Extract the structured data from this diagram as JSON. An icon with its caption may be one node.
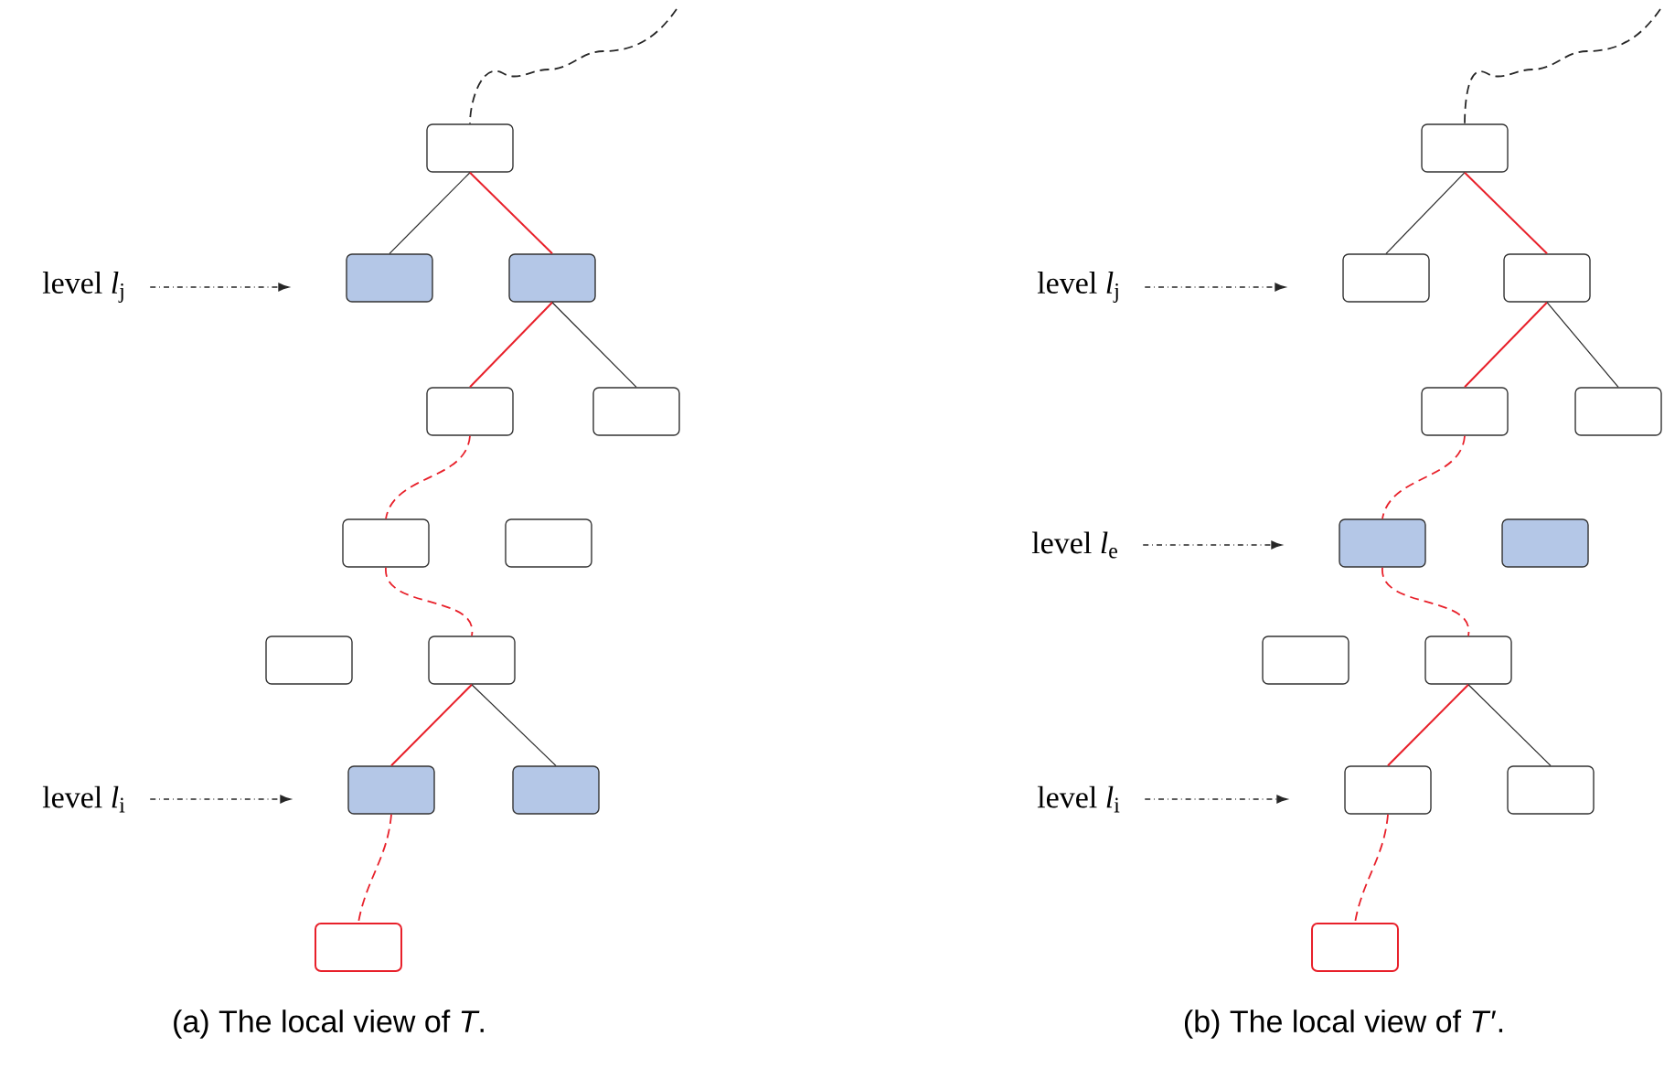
{
  "diagram": {
    "nodes": [
      {
        "text": [],
        "shape": "box"
      },
      {
        "text": [],
        "shape": "box"
      },
      {
        "text": [],
        "shape": "box"
      },
      {
        "text": [],
        "shape": "box"
      },
      {
        "text": [],
        "shape": "box"
      },
      {
        "text": [],
        "shape": "box"
      },
      {
        "text": [],
        "shape": "box"
      },
      {
        "text": [],
        "shape": "box"
      },
      {
        "text": [],
        "shape": "box"
      },
      {
        "text": [],
        "shape": "box"
      },
      {
        "text": [],
        "shape": "box"
      },
      {
        "text": [],
        "shape": "box"
      },
      {
        "text": [
          "level *l*$_{j}$"
        ]
      },
      {
        "text": [
          "level *l*$_{i}$"
        ]
      },
      {
        "text": [],
        "shape": "box"
      },
      {
        "text": [],
        "shape": "box"
      },
      {
        "text": [],
        "shape": "box"
      },
      {
        "text": [],
        "shape": "box"
      },
      {
        "text": [],
        "shape": "box"
      },
      {
        "text": [],
        "shape": "box"
      },
      {
        "text": [],
        "shape": "box"
      },
      {
        "text": [],
        "shape": "box"
      },
      {
        "text": [],
        "shape": "box"
      },
      {
        "text": [],
        "shape": "box"
      },
      {
        "text": [],
        "shape": "box"
      },
      {
        "text": [],
        "shape": "box"
      },
      {
        "text": [
          "level *l*$_{j}$"
        ]
      },
      {
        "text": [
          "level *l*$_{e}$"
        ]
      },
      {
        "text": [
          "level *l*$_{i}$"
        ]
      }
    ],
    "edges": [
      {
        "from": null,
        "to": 0,
        "arrow": "none",
        "style": "dashed"
      },
      {
        "from": 0,
        "to": 1,
        "arrow": "none"
      },
      {
        "from": 0,
        "to": 2,
        "arrow": "none",
        "color": "#e8202a"
      },
      {
        "from": 2,
        "to": 3,
        "arrow": "none",
        "color": "#e8202a"
      },
      {
        "from": 2,
        "to": 4,
        "arrow": "none"
      },
      {
        "from": 3,
        "to": 5,
        "arrow": "none",
        "style": "dashed",
        "color": "#e8202a"
      },
      {
        "from": 5,
        "to": 8,
        "arrow": "none",
        "style": "dashed",
        "color": "#e8202a"
      },
      {
        "from": 8,
        "to": 9,
        "arrow": "none",
        "color": "#e8202a"
      },
      {
        "from": 8,
        "to": 10,
        "arrow": "none"
      },
      {
        "from": 9,
        "to": 11,
        "arrow": "none",
        "style": "dashed",
        "color": "#e8202a"
      },
      {
        "from": 12,
        "to": 1,
        "arrow": "to",
        "style": "dashed"
      },
      {
        "from": 13,
        "to": 9,
        "arrow": "to",
        "style": "dashed"
      },
      {
        "from": null,
        "to": 14,
        "arrow": "none",
        "style": "dashed"
      },
      {
        "from": 14,
        "to": 15,
        "arrow": "none"
      },
      {
        "from": 14,
        "to": 16,
        "arrow": "none",
        "color": "#e8202a"
      },
      {
        "from": 16,
        "to": 17,
        "arrow": "none",
        "color": "#e8202a"
      },
      {
        "from": 16,
        "to": 18,
        "arrow": "none"
      },
      {
        "from": 17,
        "to": 19,
        "arrow": "none",
        "style": "dashed",
        "color": "#e8202a"
      },
      {
        "from": 19,
        "to": 22,
        "arrow": "none",
        "style": "dashed",
        "color": "#e8202a"
      },
      {
        "from": 22,
        "to": 23,
        "arrow": "none",
        "color": "#e8202a"
      },
      {
        "from": 22,
        "to": 24,
        "arrow": "none"
      },
      {
        "from": 23,
        "to": 25,
        "arrow": "none",
        "style": "dashed",
        "color": "#e8202a"
      },
      {
        "from": 26,
        "to": 15,
        "arrow": "to",
        "style": "dashed"
      },
      {
        "from": 27,
        "to": 19,
        "arrow": "to",
        "style": "dashed"
      },
      {
        "from": 28,
        "to": 23,
        "arrow": "to",
        "style": "dashed"
      }
    ],
    "labels": [
      "(a) The local view of *T*.",
      "(b) The local view of *T*′."
    ]
  }
}
